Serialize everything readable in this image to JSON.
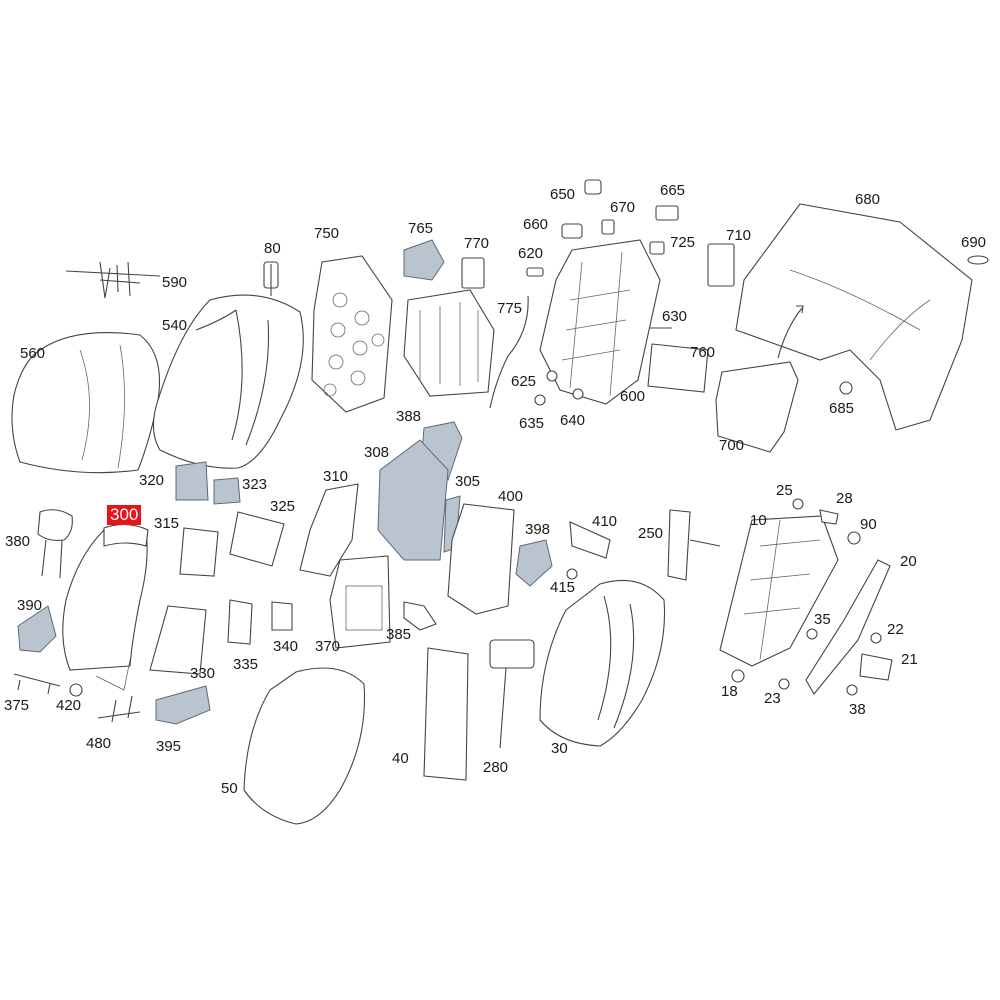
{
  "diagram": {
    "highlight_color": "#e8141c",
    "part_fill_color": "#b9c4cf",
    "parts": [
      {
        "id": "590"
      },
      {
        "id": "80"
      },
      {
        "id": "750"
      },
      {
        "id": "765"
      },
      {
        "id": "770"
      },
      {
        "id": "650"
      },
      {
        "id": "665"
      },
      {
        "id": "670"
      },
      {
        "id": "660"
      },
      {
        "id": "620"
      },
      {
        "id": "725"
      },
      {
        "id": "710"
      },
      {
        "id": "680"
      },
      {
        "id": "690"
      },
      {
        "id": "560"
      },
      {
        "id": "540"
      },
      {
        "id": "775"
      },
      {
        "id": "630"
      },
      {
        "id": "760"
      },
      {
        "id": "625"
      },
      {
        "id": "635"
      },
      {
        "id": "640"
      },
      {
        "id": "600"
      },
      {
        "id": "685"
      },
      {
        "id": "700"
      },
      {
        "id": "388"
      },
      {
        "id": "308"
      },
      {
        "id": "320"
      },
      {
        "id": "323"
      },
      {
        "id": "310"
      },
      {
        "id": "305"
      },
      {
        "id": "400"
      },
      {
        "id": "25"
      },
      {
        "id": "28"
      },
      {
        "id": "300"
      },
      {
        "id": "315"
      },
      {
        "id": "325"
      },
      {
        "id": "410"
      },
      {
        "id": "398"
      },
      {
        "id": "250"
      },
      {
        "id": "10"
      },
      {
        "id": "90"
      },
      {
        "id": "380"
      },
      {
        "id": "20"
      },
      {
        "id": "415"
      },
      {
        "id": "390"
      },
      {
        "id": "385"
      },
      {
        "id": "35"
      },
      {
        "id": "340"
      },
      {
        "id": "370"
      },
      {
        "id": "22"
      },
      {
        "id": "330"
      },
      {
        "id": "335"
      },
      {
        "id": "21"
      },
      {
        "id": "375"
      },
      {
        "id": "420"
      },
      {
        "id": "18"
      },
      {
        "id": "23"
      },
      {
        "id": "38"
      },
      {
        "id": "480"
      },
      {
        "id": "395"
      },
      {
        "id": "30"
      },
      {
        "id": "280"
      },
      {
        "id": "40"
      },
      {
        "id": "50"
      }
    ],
    "highlighted_part": "300"
  }
}
